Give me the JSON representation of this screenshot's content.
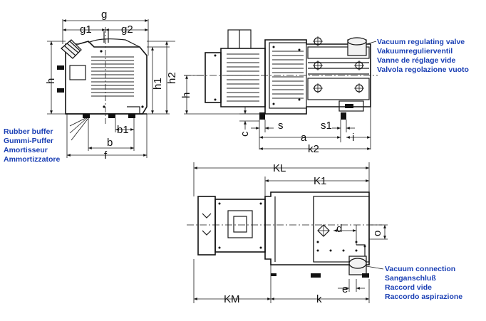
{
  "dims": {
    "g": "g",
    "g1": "g1",
    "g2": "g2",
    "h_left": "h",
    "h1": "h1",
    "h2": "h2",
    "b1": "b1",
    "b": "b",
    "f": "f",
    "h_right": "h",
    "c": "c",
    "s": "s",
    "s1": "s1",
    "i": "i",
    "a": "a",
    "k2": "k2",
    "KL": "KL",
    "K1": "K1",
    "d": "d",
    "o": "o",
    "e": "e",
    "KM": "KM",
    "k": "k"
  },
  "rubber_buffer": [
    "Rubber buffer",
    "Gummi-Puffer",
    "Amortisseur",
    "Ammortizzatore"
  ],
  "vacuum_valve": [
    "Vacuum regulating valve",
    "Vakuumregulierventil",
    "Vanne de réglage vide",
    "Valvola regolazione vuoto"
  ],
  "vacuum_connection": [
    "Vacuum connection",
    "Sanganschluß",
    "Raccord vide",
    "Raccordo aspirazione"
  ],
  "colors": {
    "line": "#1a1a1a",
    "label_blue": "#1a3fb4",
    "background": "#ffffff"
  }
}
